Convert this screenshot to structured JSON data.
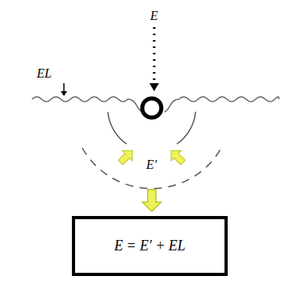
{
  "diagram": {
    "nodes": [
      {
        "text": [
          "E = E′ + EL"
        ]
      }
    ],
    "labels": [
      "E",
      "EL",
      "E′"
    ]
  }
}
